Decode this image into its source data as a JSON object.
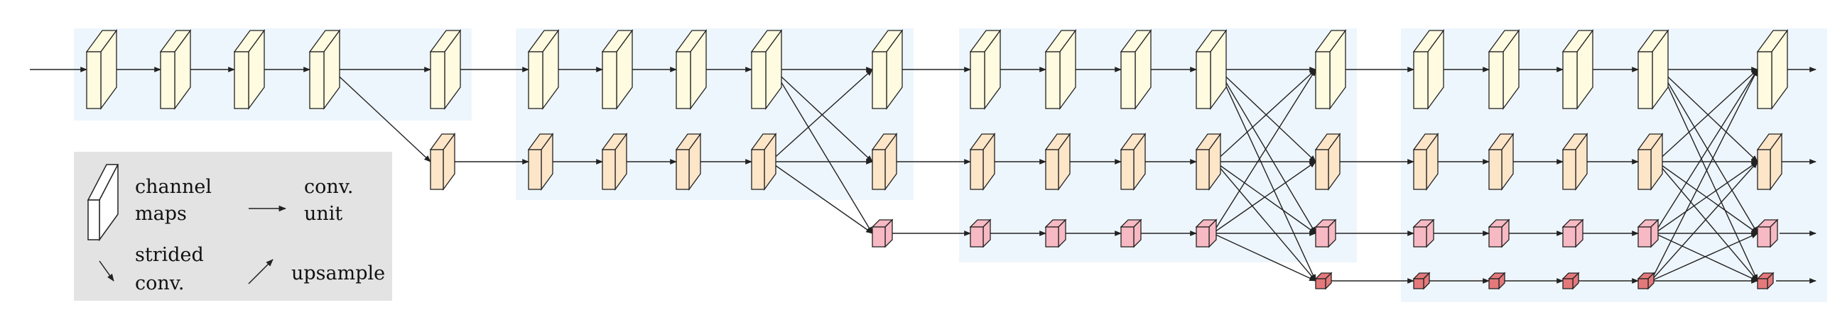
{
  "colors": {
    "stage_bg": "#eef6fd",
    "legend_bg": "#e3e3e3",
    "branch1_fill": "#fffbe0",
    "branch2_fill": "#fde5c8",
    "branch3_fill": "#f7b9c3",
    "branch4_fill": "#e4797b",
    "line": "#222222"
  },
  "legend": {
    "channel_maps": [
      "channel",
      "maps"
    ],
    "conv_unit": [
      "conv.",
      "unit"
    ],
    "strided_conv": [
      "strided",
      "conv."
    ],
    "upsample": "upsample"
  }
}
